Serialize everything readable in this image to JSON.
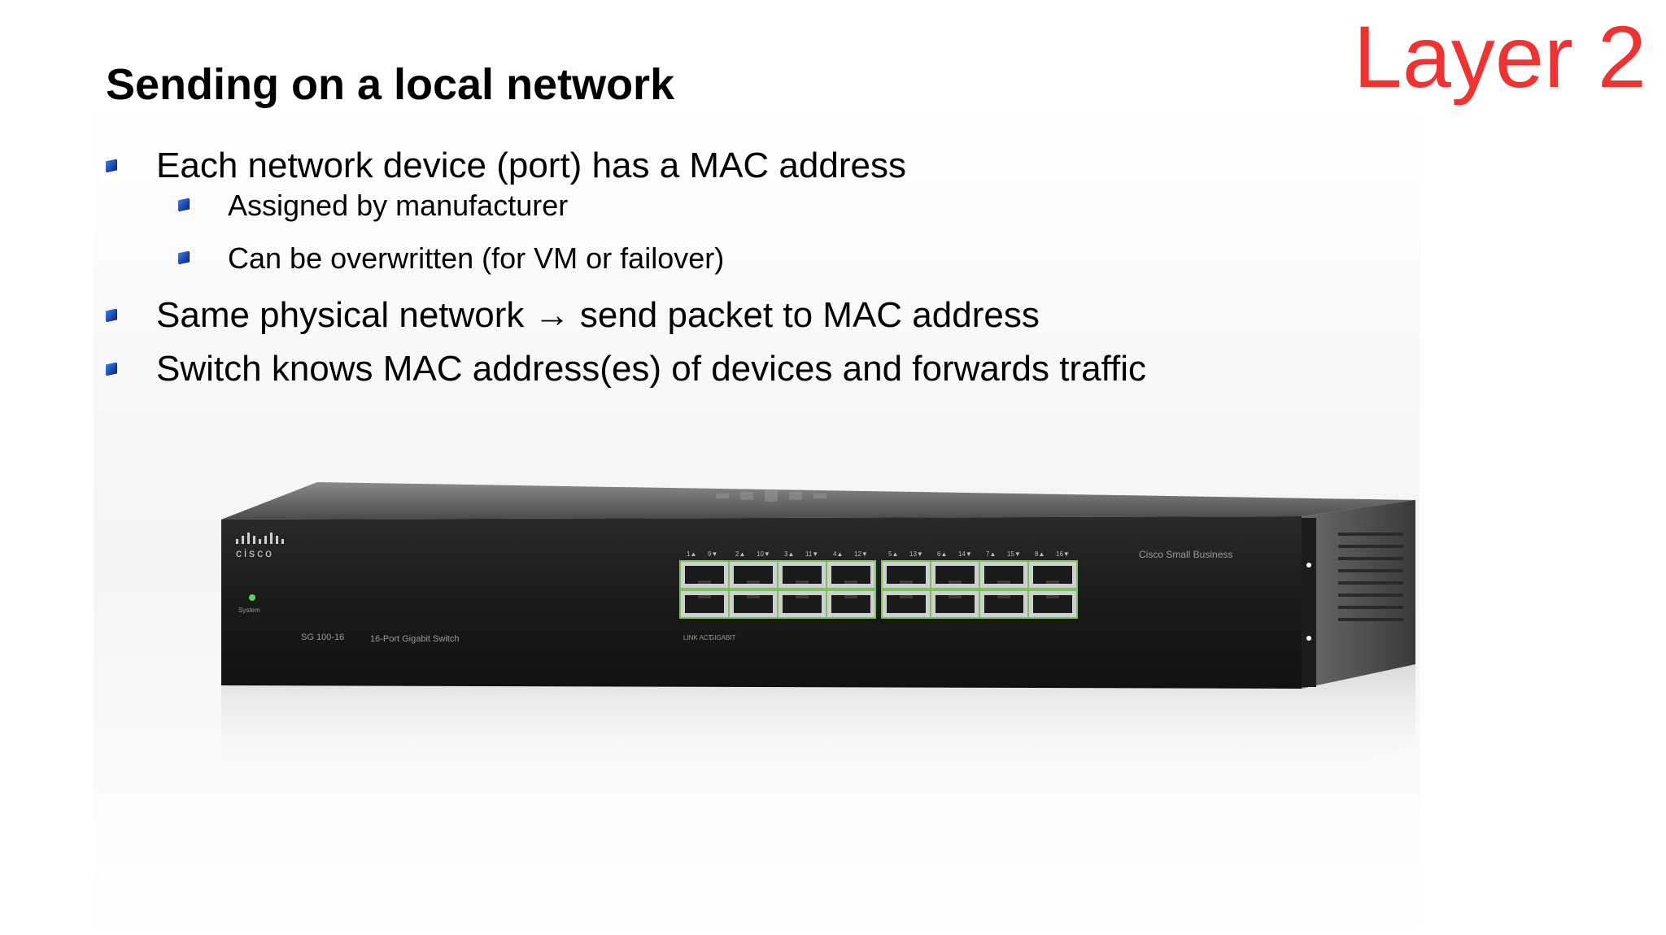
{
  "slide": {
    "title": "Sending on a local network",
    "layer_label": "Layer 2",
    "bullets": [
      {
        "text": "Each network device (port) has a MAC address"
      },
      {
        "text": "Assigned by manufacturer"
      },
      {
        "text": "Can be overwritten (for VM or failover)"
      },
      {
        "text": "Same physical network → send packet to MAC address"
      },
      {
        "text": "Switch knows MAC address(es) of devices and forwards traffic"
      }
    ]
  },
  "switch_image": {
    "brand": "cisco",
    "product": "Cisco Small Business",
    "model": "SG 100-16",
    "model_desc": "16-Port Gigabit Switch",
    "status_label": "System",
    "link_label": "LINK ACT",
    "gigabit_label": "GIGABIT",
    "port_top_labels": [
      "1▲",
      "9▼",
      "2▲",
      "10▼",
      "3▲",
      "11▼",
      "4▲",
      "12▼",
      "5▲",
      "13▼",
      "6▲",
      "14▼",
      "7▲",
      "15▼",
      "8▲",
      "16▼"
    ]
  },
  "colors": {
    "layer_label": "#ee3333",
    "bullet": "#1c49b5",
    "port_frame": "#7dc25a"
  }
}
